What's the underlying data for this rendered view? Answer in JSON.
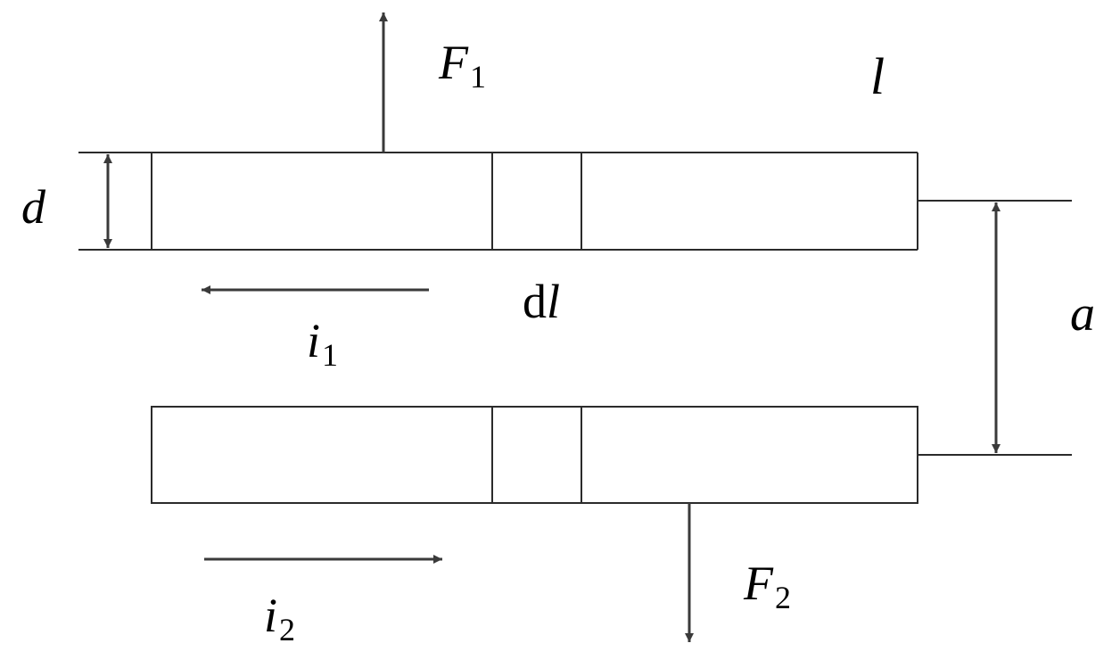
{
  "labels": {
    "force_top": {
      "symbol": "F",
      "subscript": "1"
    },
    "force_bottom": {
      "symbol": "F",
      "subscript": "2"
    },
    "length": "l",
    "thickness": "d",
    "element_prefix": "d",
    "element_var": "l",
    "separation": "a",
    "current_top": {
      "symbol": "i",
      "subscript": "1"
    },
    "current_bottom": {
      "symbol": "i",
      "subscript": "2"
    }
  },
  "colors": {
    "line": "#2b2b2b",
    "arrow": "#3a3a3a",
    "text": "#000000"
  }
}
